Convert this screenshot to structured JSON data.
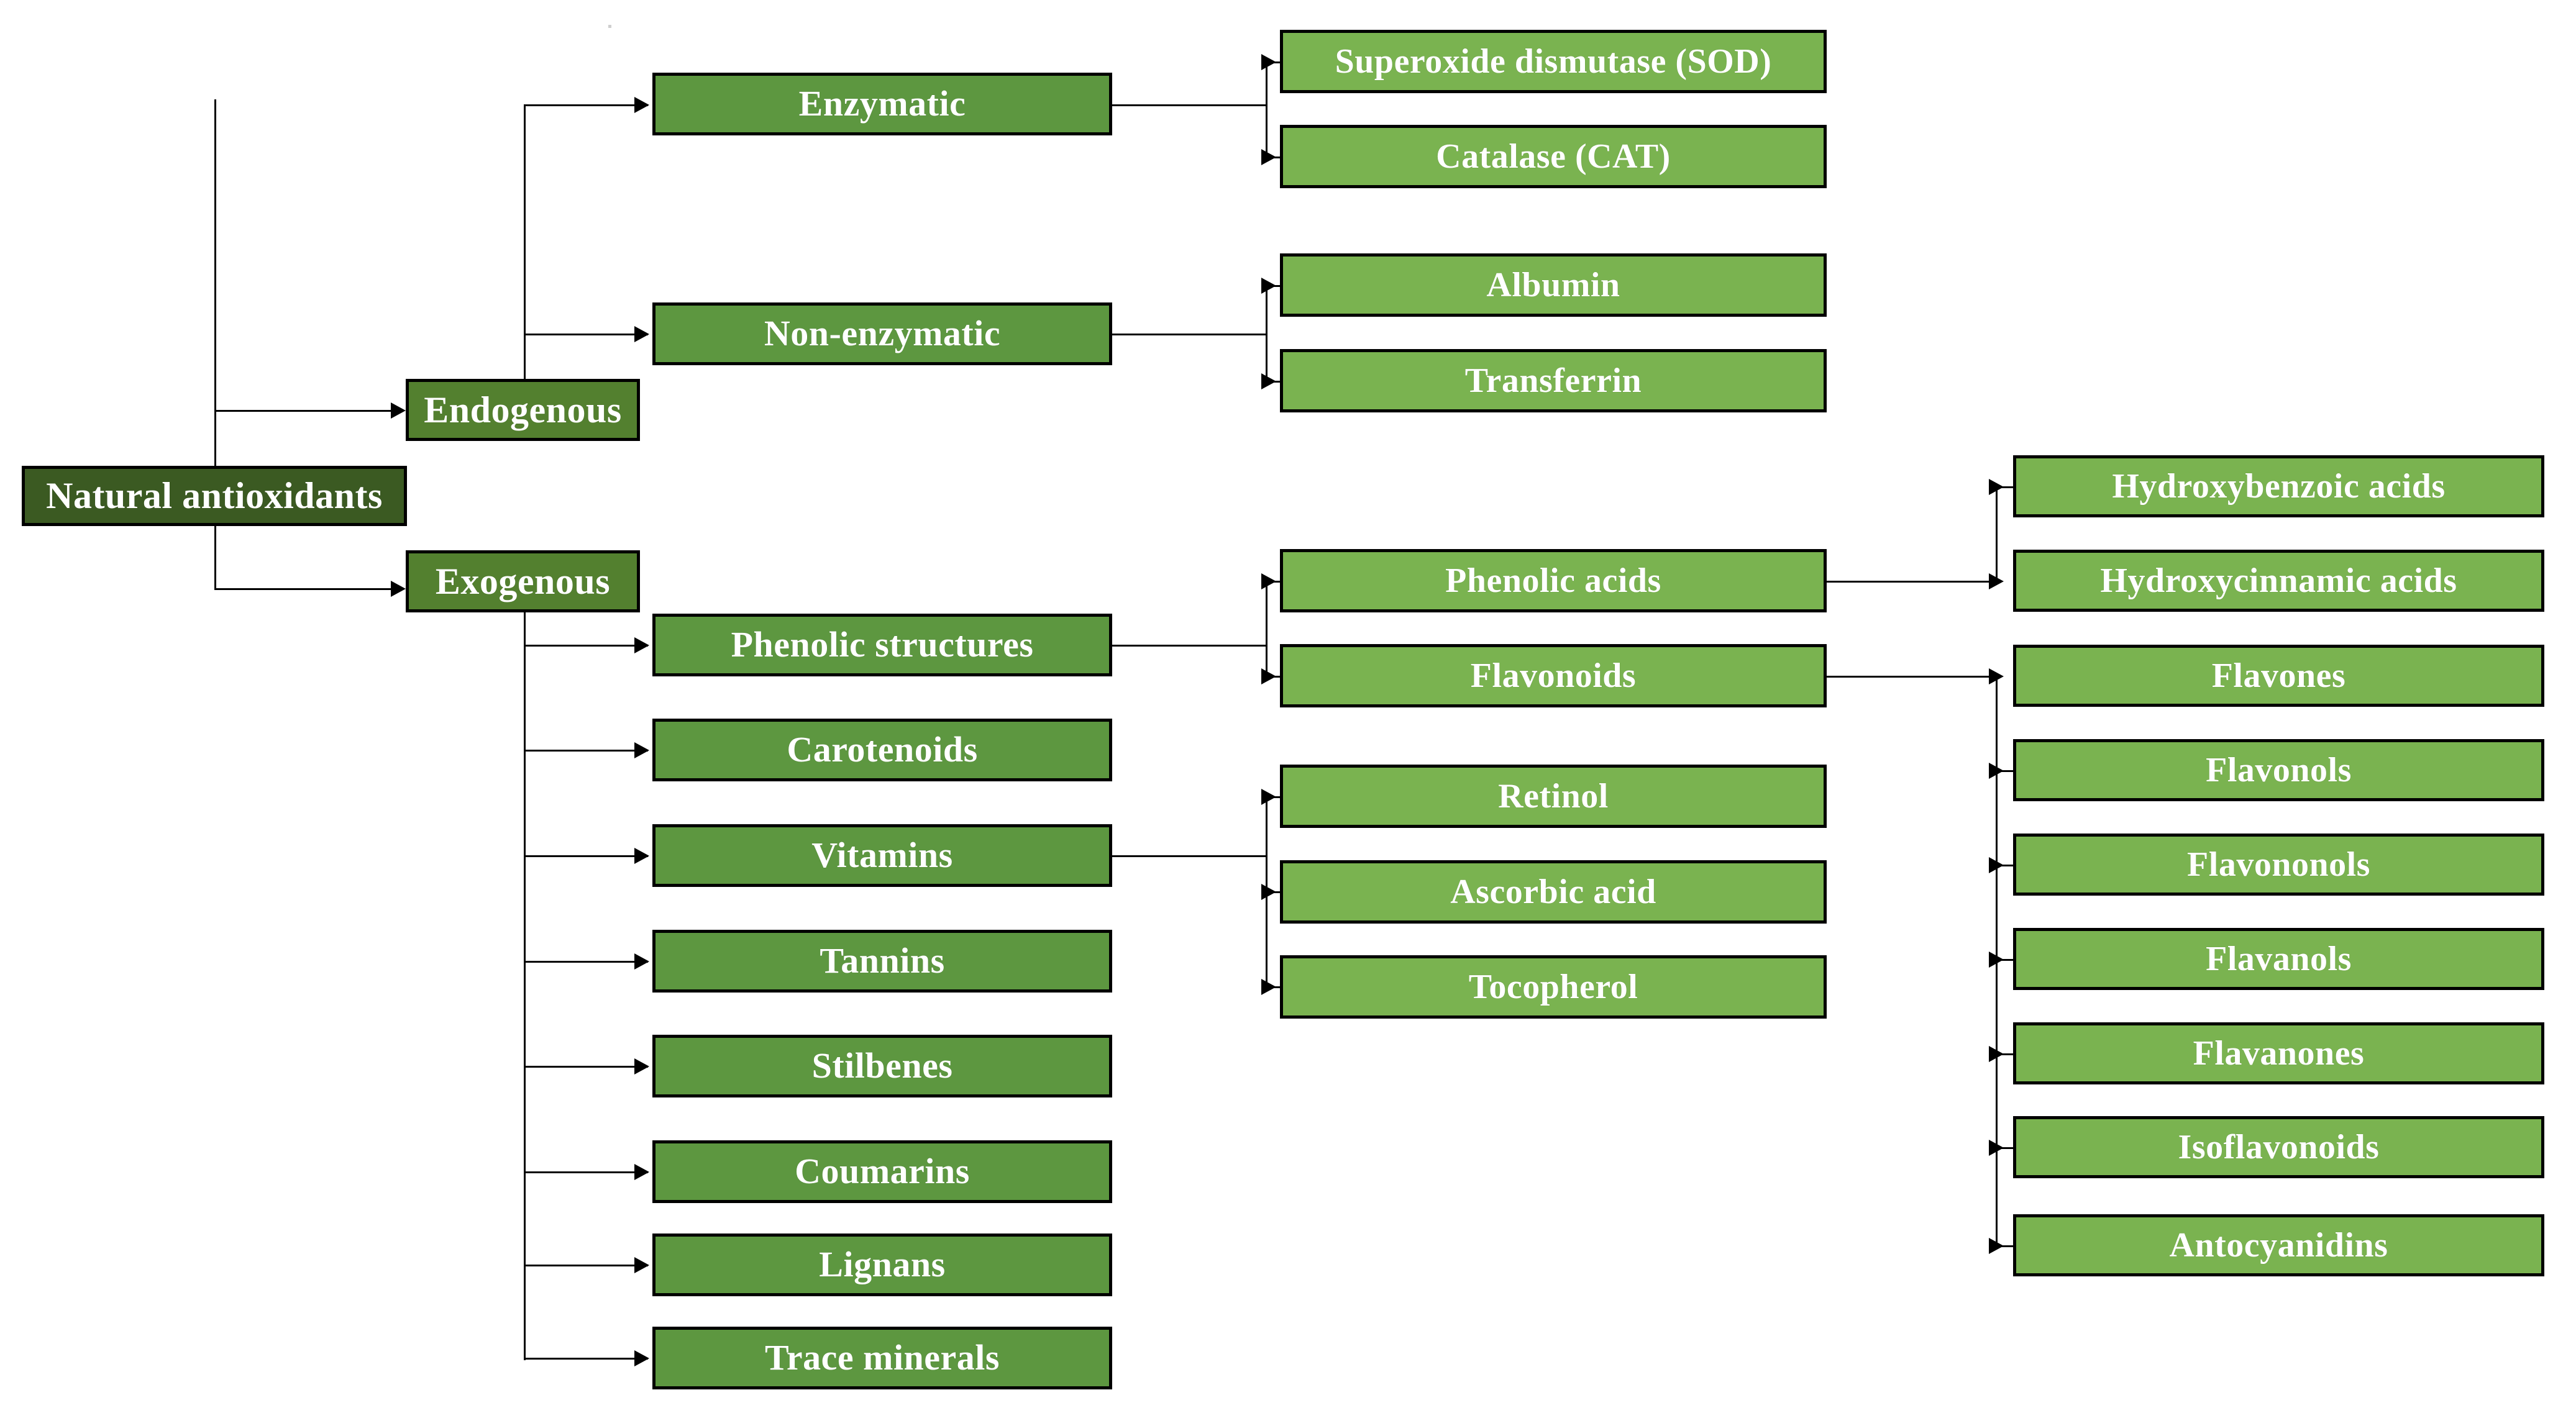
{
  "diagram": {
    "title": "Natural antioxidants classification",
    "colors": {
      "root": "#3B5A22",
      "level2": "#53802F",
      "level3": "#5D9740",
      "level4": "#7AB350",
      "connector": "#000000",
      "text": "#FFFFFF",
      "background": "#FFFFFF"
    },
    "root": {
      "label": "Natural antioxidants"
    },
    "level2": [
      {
        "label": "Endogenous"
      },
      {
        "label": "Exogenous"
      }
    ],
    "endogenous_children": [
      {
        "label": "Enzymatic"
      },
      {
        "label": "Non-enzymatic"
      }
    ],
    "enzymatic_children": [
      {
        "label": "Superoxide dismutase (SOD)"
      },
      {
        "label": "Catalase (CAT)"
      }
    ],
    "nonenzymatic_children": [
      {
        "label": "Albumin"
      },
      {
        "label": "Transferrin"
      }
    ],
    "exogenous_children": [
      {
        "label": "Phenolic structures"
      },
      {
        "label": "Carotenoids"
      },
      {
        "label": "Vitamins"
      },
      {
        "label": "Tannins"
      },
      {
        "label": "Stilbenes"
      },
      {
        "label": "Coumarins"
      },
      {
        "label": "Lignans"
      },
      {
        "label": "Trace minerals"
      }
    ],
    "phenolic_children": [
      {
        "label": "Phenolic acids"
      },
      {
        "label": "Flavonoids"
      }
    ],
    "vitamins_children": [
      {
        "label": "Retinol"
      },
      {
        "label": "Ascorbic acid"
      },
      {
        "label": "Tocopherol"
      }
    ],
    "phenolic_acids_children": [
      {
        "label": "Hydroxybenzoic acids"
      },
      {
        "label": "Hydroxycinnamic acids"
      }
    ],
    "flavonoid_children": [
      {
        "label": "Flavones"
      },
      {
        "label": "Flavonols"
      },
      {
        "label": "Flavononols"
      },
      {
        "label": "Flavanols"
      },
      {
        "label": "Flavanones"
      },
      {
        "label": "Isoflavonoids"
      },
      {
        "label": "Antocyanidins"
      }
    ]
  }
}
